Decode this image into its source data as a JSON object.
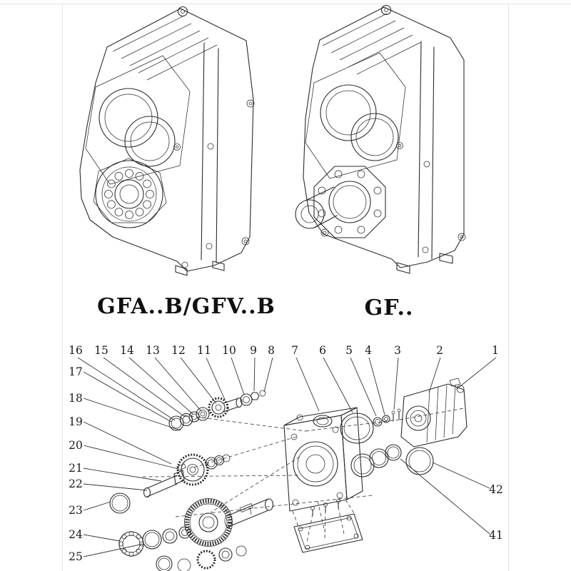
{
  "colors": {
    "ink": "#2b2b2b",
    "background": "#ffffff"
  },
  "figures": {
    "left": {
      "caption": "GFA..B/GFV..B"
    },
    "right": {
      "caption": "GF.."
    }
  },
  "exploded": {
    "callouts_top": [
      "16",
      "15",
      "14",
      "13",
      "12",
      "11",
      "10",
      "9",
      "8",
      "7",
      "6",
      "5",
      "4",
      "3",
      "2",
      "1"
    ],
    "callouts_left": [
      "17",
      "18",
      "19",
      "20",
      "21",
      "22",
      "23",
      "24",
      "25"
    ],
    "callouts_right": [
      "42",
      "41"
    ]
  }
}
